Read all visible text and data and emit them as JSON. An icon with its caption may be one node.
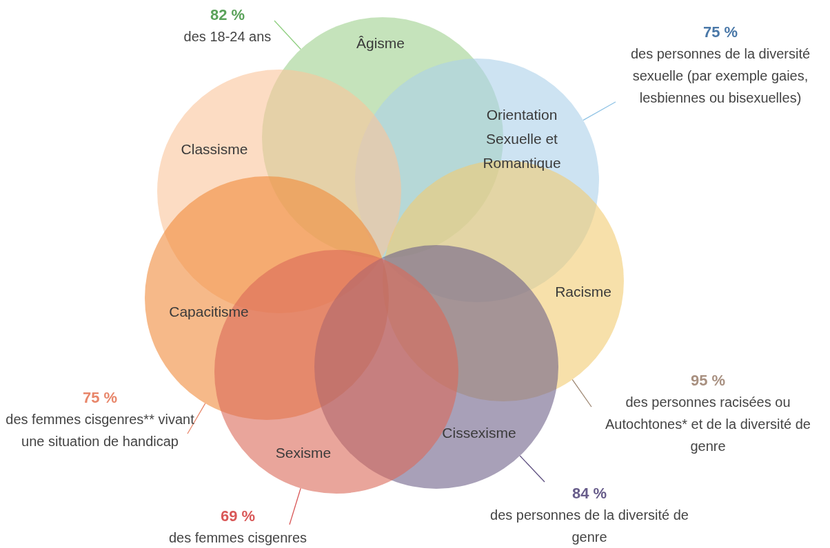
{
  "diagram": {
    "nodes": [
      {
        "text": [
          "Âgisme"
        ]
      },
      {
        "text": [
          "Orientation Sexuelle et Romantique"
        ]
      },
      {
        "text": [
          "Classisme"
        ]
      },
      {
        "text": [
          "Racisme"
        ]
      },
      {
        "text": [
          "Capacitisme"
        ]
      },
      {
        "text": [
          "Cissexisme"
        ]
      },
      {
        "text": [
          "Sexisme"
        ]
      },
      {
        "text": [
          "82 %",
          "des 18-24 ans"
        ]
      },
      {
        "text": [
          "75 %",
          "des personnes de la diversité sexuelle (par exemple gaies, lesbiennes ou bisexuelles)"
        ]
      },
      {
        "text": [
          "75 %",
          "des femmes cisgenres** vivant une situation de handicap"
        ]
      },
      {
        "text": [
          "95 %",
          "des personnes racisées ou Autochtones* et de la diversité de genre"
        ]
      },
      {
        "text": [
          "84 %",
          "des personnes de la diversité de genre"
        ]
      },
      {
        "text": [
          "69 %",
          "des femmes cisgenres"
        ]
      }
    ],
    "edges": [
      {
        "from": 7,
        "to": 0,
        "arrow": "none",
        "color": "#8fcf80"
      },
      {
        "from": 8,
        "to": 1,
        "arrow": "none",
        "color": "#8fc3e5"
      },
      {
        "from": 9,
        "to": 4,
        "arrow": "none",
        "color": "#e8866a"
      },
      {
        "from": 10,
        "to": 3,
        "arrow": "none",
        "color": "#9c8570"
      },
      {
        "from": 11,
        "to": 5,
        "arrow": "none",
        "color": "#5e5080"
      },
      {
        "from": 12,
        "to": 6,
        "arrow": "none",
        "color": "#d95858"
      }
    ]
  }
}
